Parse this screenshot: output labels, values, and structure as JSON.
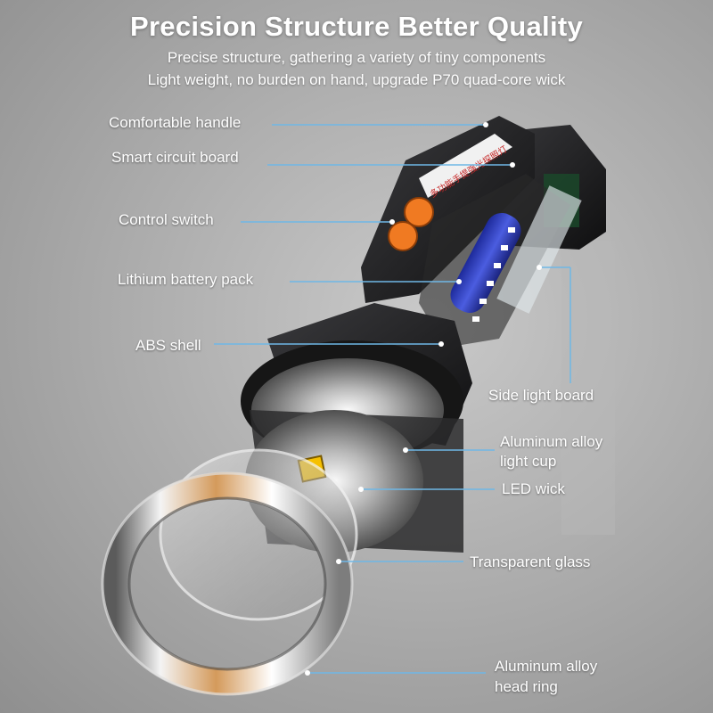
{
  "header": {
    "title": "Precision Structure Better Quality",
    "subtitle_1": "Precise structure, gathering a variety of tiny components",
    "subtitle_2": "Light weight, no burden on hand, upgrade P70 quad-core wick"
  },
  "labels": {
    "comfortable_handle": "Comfortable handle",
    "smart_circuit_board": "Smart circuit board",
    "control_switch": "Control switch",
    "lithium_battery_pack": "Lithium battery pack",
    "abs_shell": "ABS shell",
    "side_light_board": "Side light board",
    "aluminum_light_cup_1": "Aluminum alloy",
    "aluminum_light_cup_2": "light cup",
    "led_wick": "LED wick",
    "transparent_glass": "Transparent glass",
    "aluminum_head_ring_1": "Aluminum alloy",
    "aluminum_head_ring_2": "head ring"
  },
  "colors": {
    "accent_line": "#6fb7e6",
    "switch_orange": "#f07a22",
    "battery_blue": "#2f3fbf",
    "body_black": "#1c1c1e"
  },
  "product_text": "多功能手提强光探照灯",
  "icons": [
    "flashlight-exploded-view"
  ]
}
